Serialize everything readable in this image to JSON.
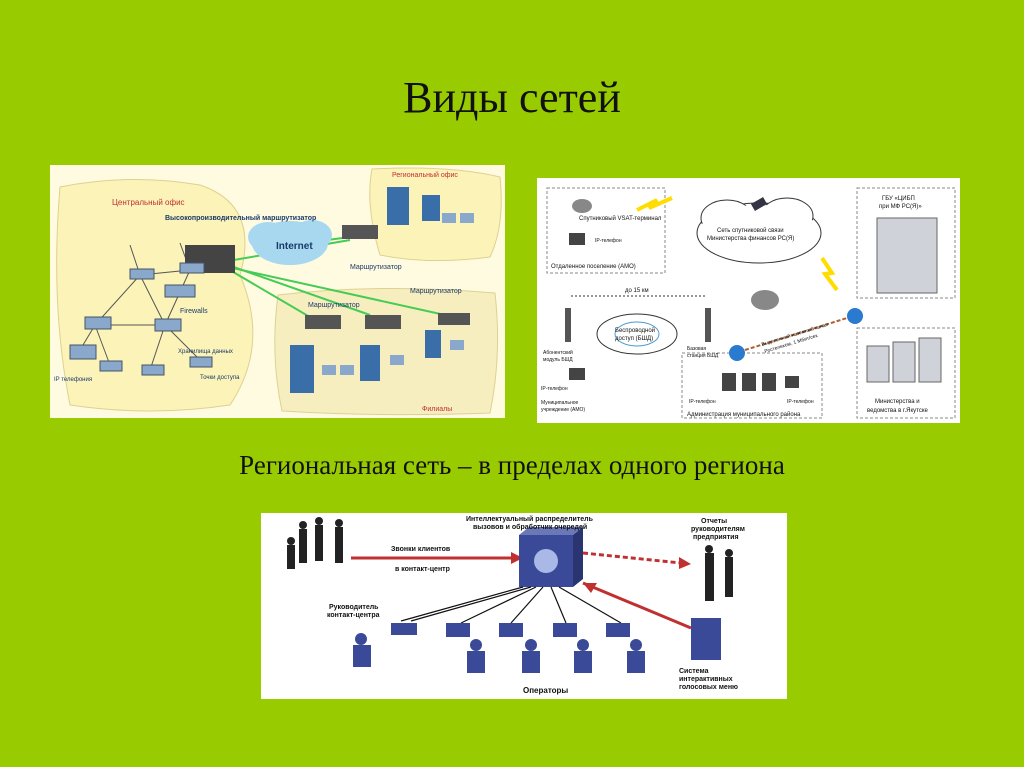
{
  "slide": {
    "title": "Виды сетей",
    "subtitle": "Региональная сеть – в пределах одного региона"
  },
  "diagram1": {
    "central_office": "Центральный офис",
    "router_main": "Высокопроизводительный маршрутизатор",
    "internet": "Internet",
    "regional_office": "Региональный офис",
    "router_a": "Маршрутизатор",
    "router_b": "Маршрутизатор",
    "router_c": "Маршрутизатор",
    "firewalls": "Firewalls",
    "ip_phones": "IP телефония",
    "storage": "Хранилища данных",
    "terminal_access": "Точки доступа",
    "branches": "Филиалы"
  },
  "diagram2": {
    "vsat": "Спутниковый VSAT-терминал",
    "ip_phone_1": "IP-телефон",
    "remote_settlement": "Отдаленное поселение (АМО)",
    "sat_net_1": "Сеть спутниковой связи",
    "sat_net_2": "Министерства финансов РС(Я)",
    "gbu_1": "ГБУ «ЦИБП",
    "gbu_2": "при МФ РС(Я)»",
    "distance": "до 15 км",
    "wireless_1": "Беспроводной",
    "wireless_2": "доступ (БШД)",
    "subscriber_1": "Абонентский",
    "subscriber_2": "модуль БШД",
    "base_1": "Базовая",
    "base_2": "станция БШД",
    "channel_1": "Выделенный наземный канал",
    "channel_2": "Ростелеком, 1 Мбит/сек",
    "ip_phone_2": "IP-телефон",
    "municipal_1": "Муниципальное",
    "municipal_2": "учреждение (АМО)",
    "ip_phone_3": "IP-телефон",
    "ip_phone_4": "IP-телефон",
    "admin": "Администрация муниципального района",
    "ministries_1": "Министерства и",
    "ministries_2": "ведомства в г.Якутске"
  },
  "diagram3": {
    "distributor_1": "Интеллектуальный распределитель",
    "distributor_2": "вызовов и обработчик очередей",
    "reports_1": "Отчеты",
    "reports_2": "руководителям",
    "reports_3": "предприятия",
    "calls_1": "Звонки клиентов",
    "calls_2": "в контакт-центр",
    "manager_1": "Руководитель",
    "manager_2": "контакт-центра",
    "ivr_1": "Система",
    "ivr_2": "интерактивных",
    "ivr_3": "голосовых меню",
    "operators": "Операторы"
  },
  "colors": {
    "background": "#99cc00",
    "cloud_blue": "#a8d8f0",
    "server_blue": "#3a6ea8",
    "link_green": "#44cc55",
    "arrow_red": "#c03030",
    "router_dark": "#444444"
  }
}
